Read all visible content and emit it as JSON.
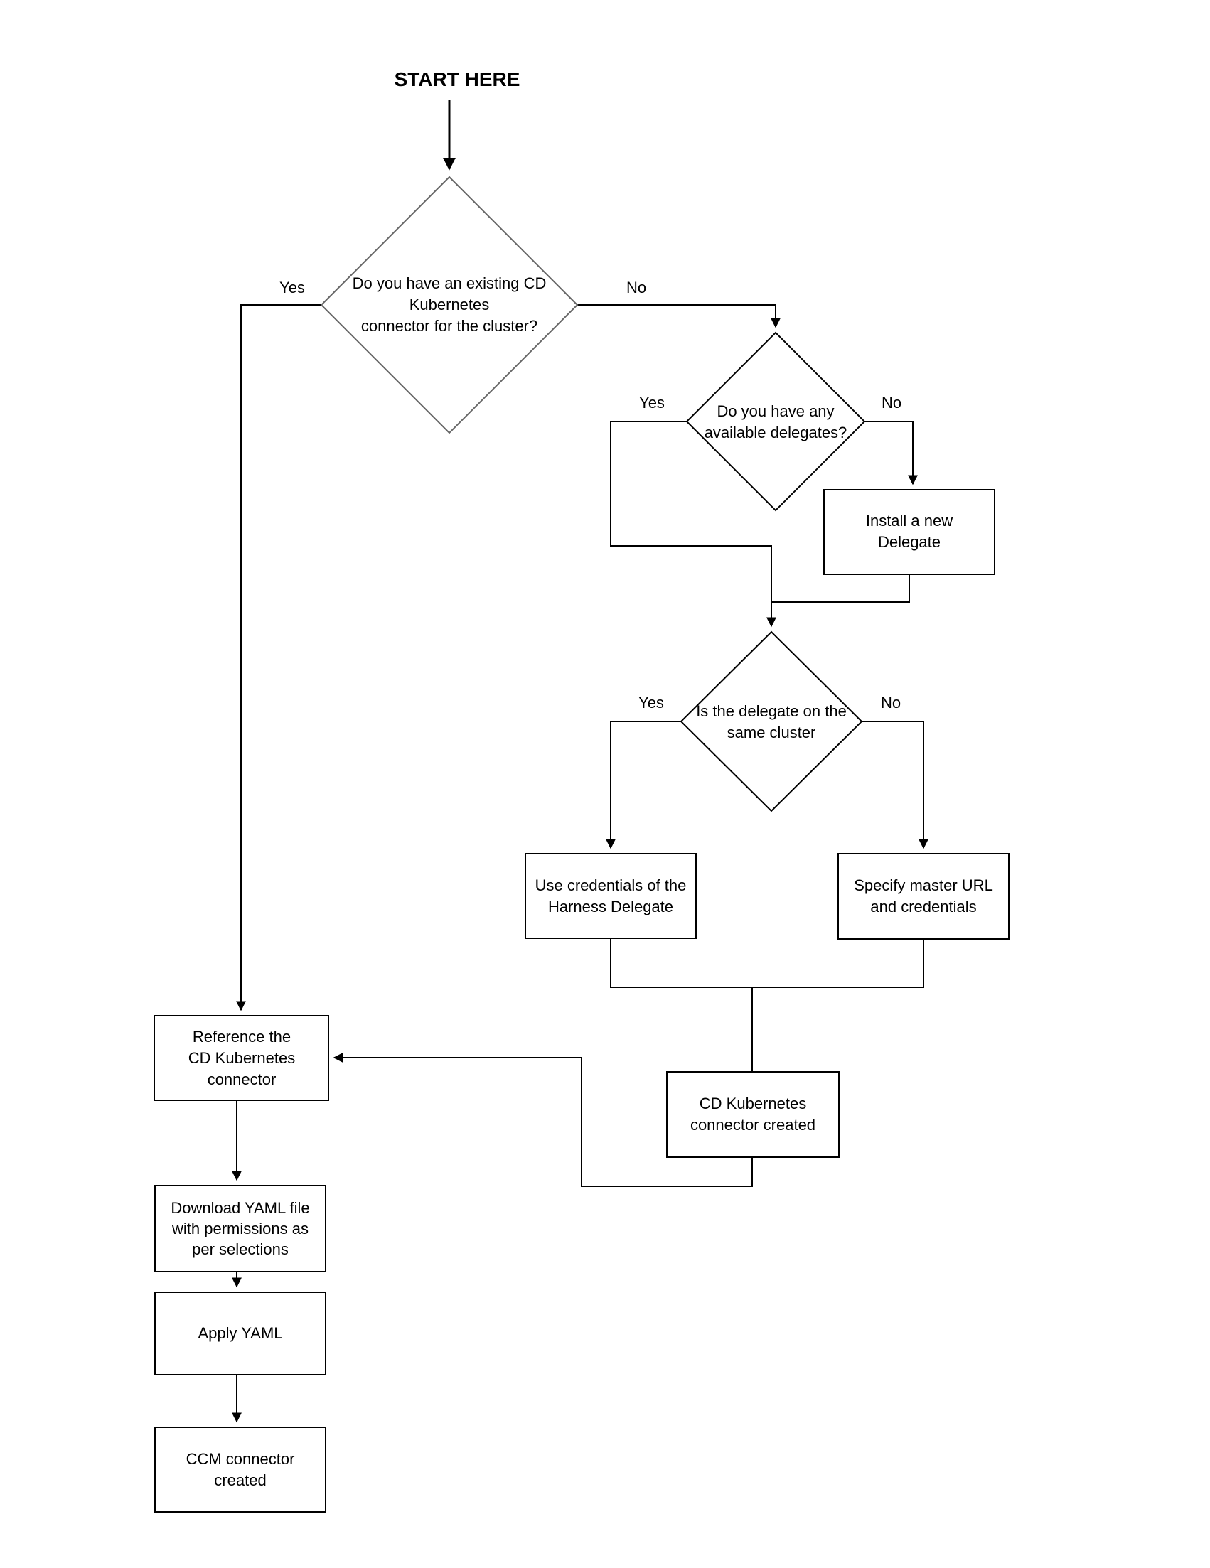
{
  "diagram": {
    "start_label": "START HERE",
    "colors": {
      "yellow_fill": "#FFF2CC",
      "yellow_border": "#D6B656",
      "green_fill": "#D5E8D4",
      "green_border": "#82B366",
      "line_color": "#000000"
    },
    "nodes": {
      "existing_connector": {
        "type": "decision",
        "line1": "Do you have an existing CD",
        "line2": "Kubernetes",
        "line3": "connector for the cluster?"
      },
      "available_delegates": {
        "type": "decision",
        "line1": "Do you have any",
        "line2": "available delegates?"
      },
      "install_delegate": {
        "type": "process",
        "line1": "Install a new",
        "line2": "Delegate"
      },
      "delegate_same_cluster": {
        "type": "decision",
        "line1": "Is the delegate on the",
        "line2": "same cluster"
      },
      "use_credentials": {
        "type": "process",
        "line1": "Use credentials of the",
        "line2": "Harness Delegate"
      },
      "specify_master_url": {
        "type": "process",
        "line1": "Specify master URL",
        "line2": "and credentials"
      },
      "cd_connector_created": {
        "type": "result",
        "line1": "CD Kubernetes",
        "line2": "connector created"
      },
      "reference_connector": {
        "type": "result",
        "line1": "Reference the",
        "line2": "CD Kubernetes",
        "line3": "connector"
      },
      "download_yaml": {
        "type": "process",
        "line1": "Download YAML file",
        "line2": "with permissions as",
        "line3": "per selections"
      },
      "apply_yaml": {
        "type": "process",
        "line1": "Apply YAML"
      },
      "ccm_connector_created": {
        "type": "result",
        "line1": "CCM connector",
        "line2": "created"
      }
    },
    "edge_labels": {
      "d1_yes": "Yes",
      "d1_no": "No",
      "d2_yes": "Yes",
      "d2_no": "No",
      "d3_yes": "Yes",
      "d3_no": "No"
    }
  }
}
